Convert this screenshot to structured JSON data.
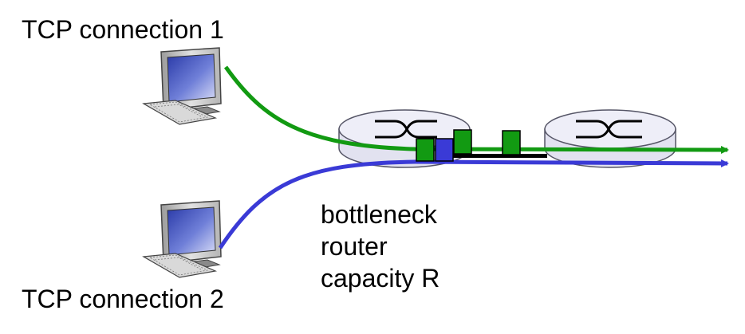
{
  "connections": [
    {
      "label": "TCP connection 1",
      "color": "#129a12"
    },
    {
      "label": "TCP connection 2",
      "color": "#3a3ad6"
    }
  ],
  "router_caption": [
    "bottleneck",
    "router",
    "capacity R"
  ],
  "colors": {
    "router_fill": "#e2e2f0",
    "router_stroke": "#555566",
    "packet_green": "#129a12",
    "packet_blue": "#3a3ad6",
    "link": "#000000",
    "monitor_bezel": "#cfcfcf",
    "monitor_screen": "#1c2a8c"
  },
  "icons": [
    "computer-icon",
    "router-icon",
    "packet-icon"
  ]
}
